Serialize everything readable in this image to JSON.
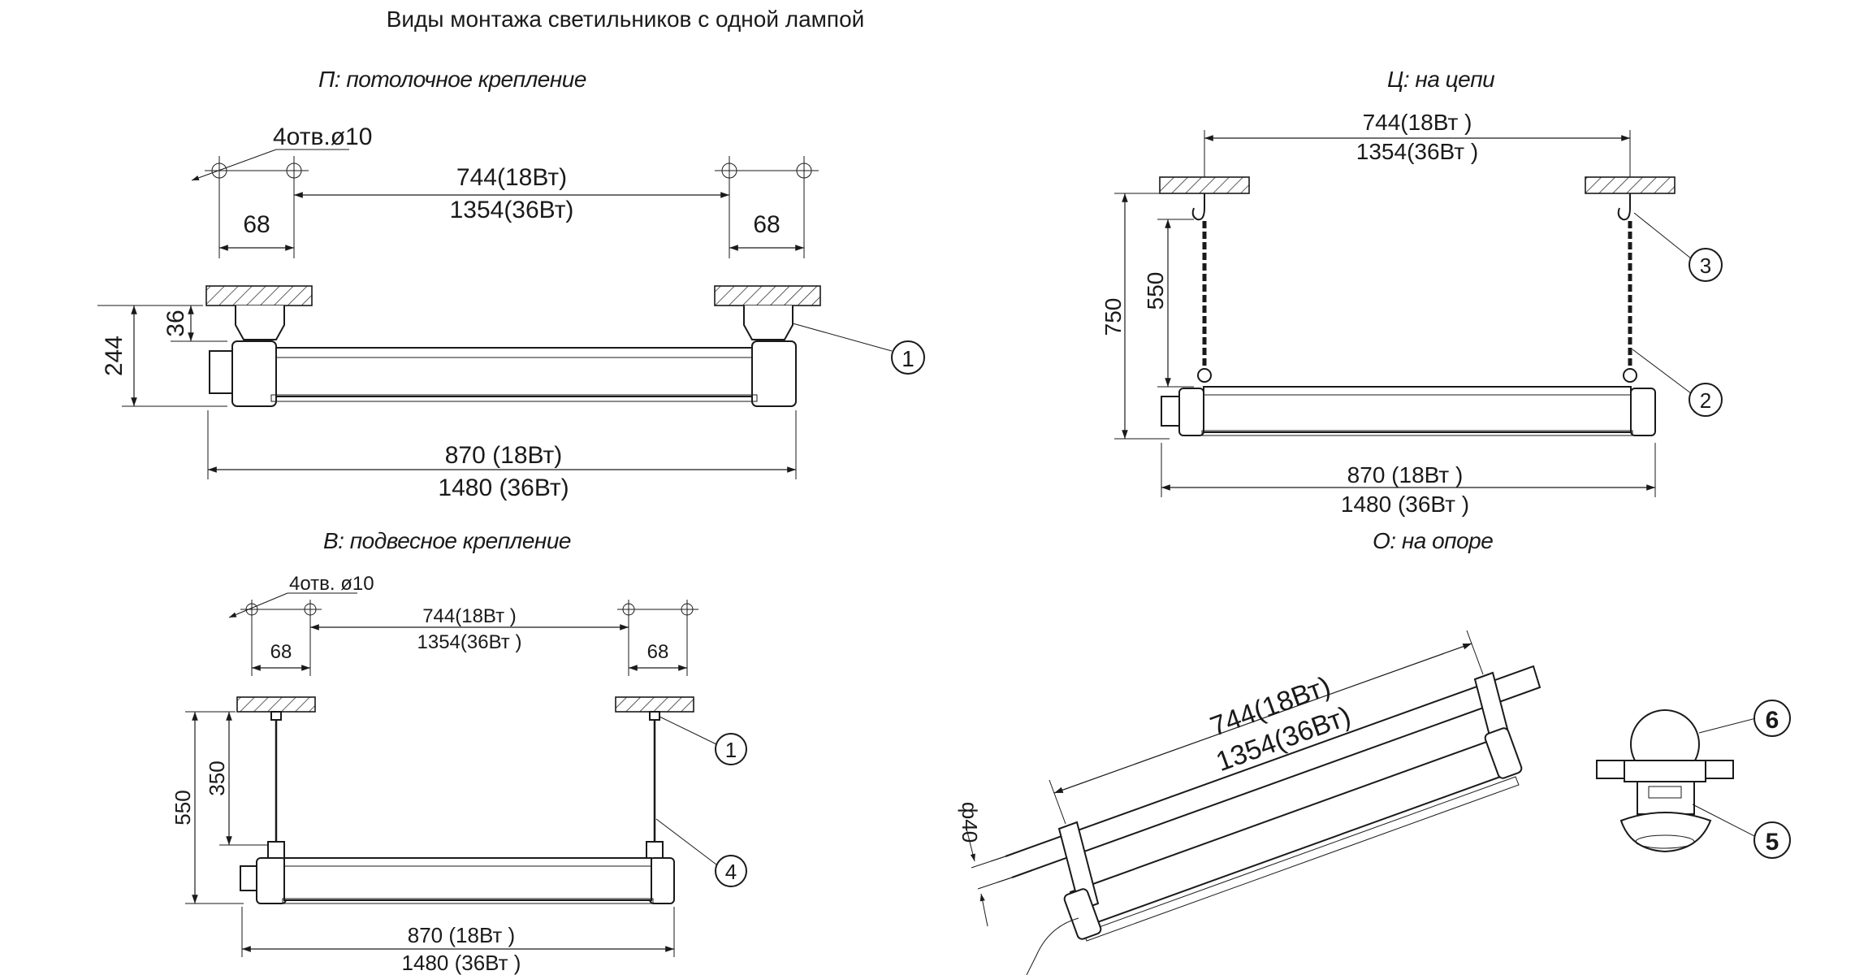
{
  "title": "Виды монтажа светильников с одной лампой",
  "views": {
    "P": {
      "title": "П: потолочное крепление",
      "holes": "4отв.ø10",
      "span_18": "744(18Вт)",
      "span_36": "1354(36Вт)",
      "hole_pitch": "68",
      "height_total": "244",
      "height_bracket": "36",
      "length_18": "870 (18Вт)",
      "length_36": "1480 (36Вт)",
      "callout": "1"
    },
    "C": {
      "title": "Ц: на цепи",
      "span_18": "744(18Вт )",
      "span_36": "1354(36Вт )",
      "height_total": "750",
      "height_chain": "550",
      "length_18": "870 (18Вт )",
      "length_36": "1480 (36Вт )",
      "callouts": [
        "3",
        "2"
      ]
    },
    "V": {
      "title": "В: подвесное крепление",
      "holes": "4отв. ø10",
      "span_18": "744(18Вт )",
      "span_36": "1354(36Вт )",
      "hole_pitch": "68",
      "height_total": "550",
      "height_rod": "350",
      "length_18": "870 (18Вт )",
      "length_36": "1480 (36Вт )",
      "callouts": [
        "1",
        "4"
      ]
    },
    "O": {
      "title": "О: на опоре",
      "span_18": "744(18Вт)",
      "span_36": "1354(36Вт)",
      "pipe": "ф40",
      "callouts": [
        "6",
        "5"
      ]
    }
  }
}
